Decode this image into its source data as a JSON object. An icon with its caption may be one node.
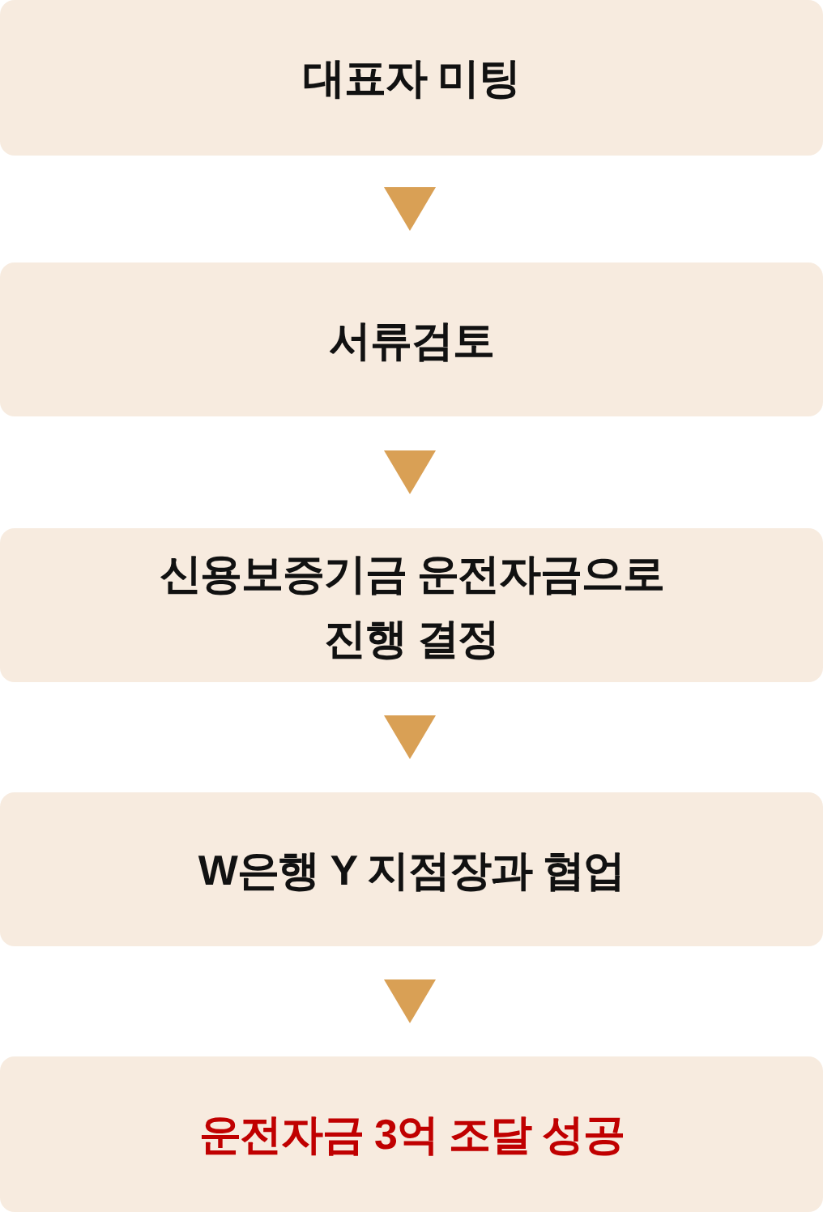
{
  "diagram": {
    "nodes": [
      {
        "text": [
          "대표자 미팅"
        ]
      },
      {
        "text": [
          "서류검토"
        ]
      },
      {
        "text": [
          "신용보증기금 운전자금으로 진행 결정"
        ]
      },
      {
        "text": [
          "W은행 Y 지점장과 협업"
        ]
      },
      {
        "text": [
          "운전자금 3억 조달 성공"
        ]
      }
    ],
    "edges": [
      {
        "from": 0,
        "to": 1,
        "arrow": "to"
      },
      {
        "from": 1,
        "to": 2,
        "arrow": "to"
      },
      {
        "from": 2,
        "to": 3,
        "arrow": "to"
      },
      {
        "from": 3,
        "to": 4,
        "arrow": "to"
      }
    ]
  }
}
